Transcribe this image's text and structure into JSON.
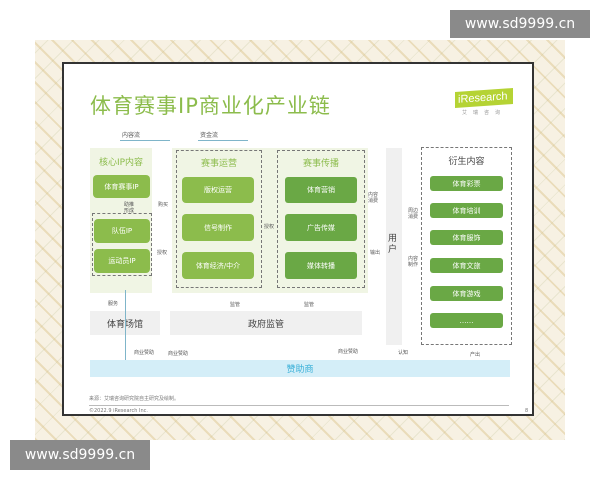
{
  "watermark": "www.sd9999.cn",
  "title": "体育赛事IP商业化产业链",
  "logo": {
    "name": "iResearch",
    "sub": "艾瑞咨询"
  },
  "flows": {
    "content": "内容流",
    "capital": "资金流"
  },
  "core": {
    "title": "核心IP内容",
    "items": [
      "体育赛事IP",
      "队伍IP",
      "运动员IP"
    ]
  },
  "ops": {
    "title": "赛事运营",
    "items": [
      "版权运营",
      "信号制作",
      "体育经济/中介"
    ]
  },
  "media": {
    "title": "赛事传播",
    "items": [
      "体育营销",
      "广告传媒",
      "媒体转播"
    ]
  },
  "user": "用户",
  "derived": {
    "title": "衍生内容",
    "items": [
      "体育彩票",
      "体育培训",
      "体育服饰",
      "体育文旅",
      "体育游戏",
      "……"
    ]
  },
  "venue": "体育场馆",
  "gov": "政府监管",
  "sponsor": "赞助商",
  "labels": {
    "push": "助推形成",
    "buy": "购买",
    "license1": "授权",
    "license2": "授权",
    "consume": "内容消费",
    "output": "输出",
    "peripheral": "周边消费",
    "produce": "内容制作",
    "service": "服务",
    "supervise1": "监管",
    "supervise2": "监管",
    "sp1": "商业赞助",
    "sp2": "商业赞助",
    "sp3": "商业赞助",
    "cognition": "认知",
    "yield": "产出"
  },
  "source": "来源：艾瑞咨询研究院自主研究及绘制。",
  "copyright": "©2022.9 iResearch Inc.",
  "page": "8",
  "colors": {
    "green": "#8cbc4c",
    "dark_green": "#6aa845",
    "sponsor_bg": "#d4eef8",
    "sponsor_text": "#3ab0d8"
  }
}
